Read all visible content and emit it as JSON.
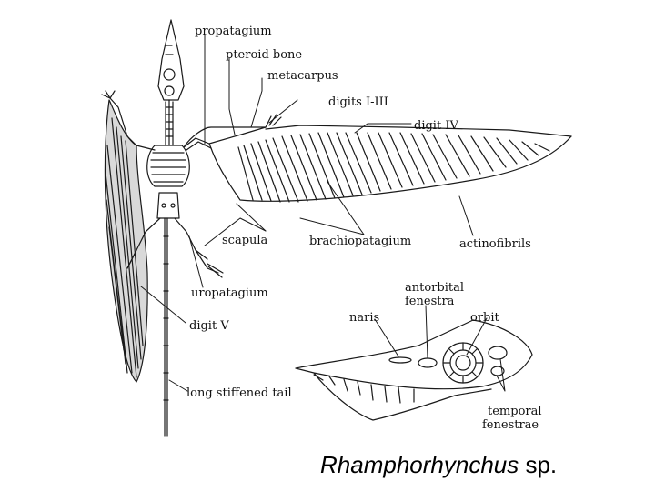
{
  "labels": {
    "propatagium": "propatagium",
    "pteroid_bone": "pteroid bone",
    "metacarpus": "metacarpus",
    "digits_1_3": "digits I-III",
    "digit_4": "digit IV",
    "scapula": "scapula",
    "brachiopatagium": "brachiopatagium",
    "actinofibrils": "actinofibrils",
    "uropatagium": "uropatagium",
    "digit_5": "digit V",
    "tail": "long stiffened tail",
    "antorbital_1": "antorbital",
    "antorbital_2": "fenestra",
    "naris": "naris",
    "orbit": "orbit",
    "temporal_1": "temporal",
    "temporal_2": "fenestrae"
  },
  "caption": {
    "genus": "Rhamphorhynchus",
    "suffix": " sp."
  }
}
